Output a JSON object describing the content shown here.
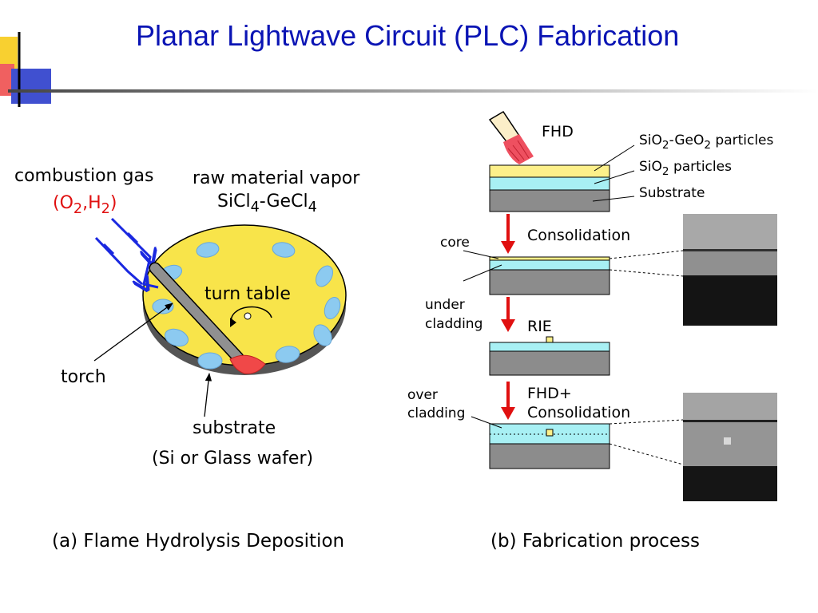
{
  "title": "Planar Lightwave Circuit (PLC) Fabrication",
  "left": {
    "combustion_gas": "combustion gas",
    "gas_formula": {
      "p1": "(O",
      "s1": "2",
      "p2": ",H",
      "s2": "2",
      "p3": ")"
    },
    "raw_material": "raw material vapor",
    "vapor_formula": {
      "p1": "SiCl",
      "s1": "4",
      "p2": "-GeCl",
      "s2": "4"
    },
    "turn_table": "turn table",
    "torch": "torch",
    "substrate": "substrate",
    "substrate_note": "(Si or Glass wafer)",
    "caption": "(a) Flame Hydrolysis Deposition"
  },
  "right": {
    "fhd": "FHD",
    "particles1": {
      "p1": "SiO",
      "s1": "2",
      "p2": "-GeO",
      "s2": "2",
      "p3": " particles"
    },
    "particles2": {
      "p1": "SiO",
      "s1": "2",
      "p2": " particles"
    },
    "substrate": "Substrate",
    "consolidation": "Consolidation",
    "core": "core",
    "under": "under",
    "cladding1": "cladding",
    "rie": "RIE",
    "over": "over",
    "cladding2": "cladding",
    "fhd_plus": "FHD+",
    "consolidation2": "Consolidation",
    "caption": "(b) Fabrication process"
  },
  "colors": {
    "title": "#0a14b4",
    "particle_layer": "#fdf08a",
    "cladding": "#a8f0f4",
    "substrate": "#8c8c8c",
    "arrow": "#e01010",
    "table": "#f8e44a",
    "wafer": "#8ccaf0",
    "gas_line": "#1a28e0"
  }
}
